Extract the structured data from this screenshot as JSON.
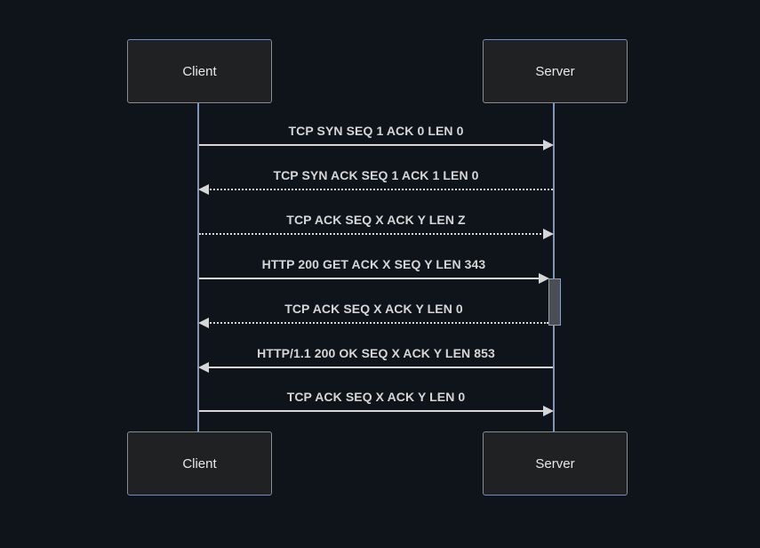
{
  "diagram": {
    "kind": "sequence-diagram",
    "actors_top": [
      {
        "label": "Client"
      },
      {
        "label": "Server"
      }
    ],
    "actors_bottom": [
      {
        "label": "Client"
      },
      {
        "label": "Server"
      }
    ],
    "messages": [
      {
        "label": "TCP SYN SEQ 1 ACK 0 LEN 0",
        "line": "solid",
        "direction": "right",
        "from": "Client",
        "to": "Server"
      },
      {
        "label": "TCP SYN ACK SEQ 1 ACK 1 LEN 0",
        "line": "dotted",
        "direction": "left",
        "from": "Server",
        "to": "Client"
      },
      {
        "label": "TCP ACK SEQ X ACK Y LEN Z",
        "line": "dotted",
        "direction": "right",
        "from": "Client",
        "to": "Server"
      },
      {
        "label": "HTTP 200 GET ACK X SEQ Y LEN 343",
        "line": "solid",
        "direction": "right",
        "from": "Client",
        "to": "Server"
      },
      {
        "label": "TCP ACK SEQ X ACK Y LEN 0",
        "line": "dotted",
        "direction": "left",
        "from": "Server",
        "to": "Client"
      },
      {
        "label": "HTTP/1.1 200 OK SEQ X ACK Y LEN 853",
        "line": "solid",
        "direction": "left",
        "from": "Server",
        "to": "Client"
      },
      {
        "label": "TCP ACK SEQ X ACK Y LEN 0",
        "line": "solid",
        "direction": "right",
        "from": "Client",
        "to": "Server"
      }
    ],
    "activation": {
      "actor": "Server",
      "covers_messages": [
        4,
        5
      ]
    },
    "colors": {
      "background": "#0f131a",
      "box_fill": "#1f2123",
      "box_border": "#7a8fae",
      "lifeline": "#7f96b8",
      "message": "#d6d6d6",
      "activation_fill": "#4b4e55",
      "activation_border": "#8aa0bf"
    }
  }
}
